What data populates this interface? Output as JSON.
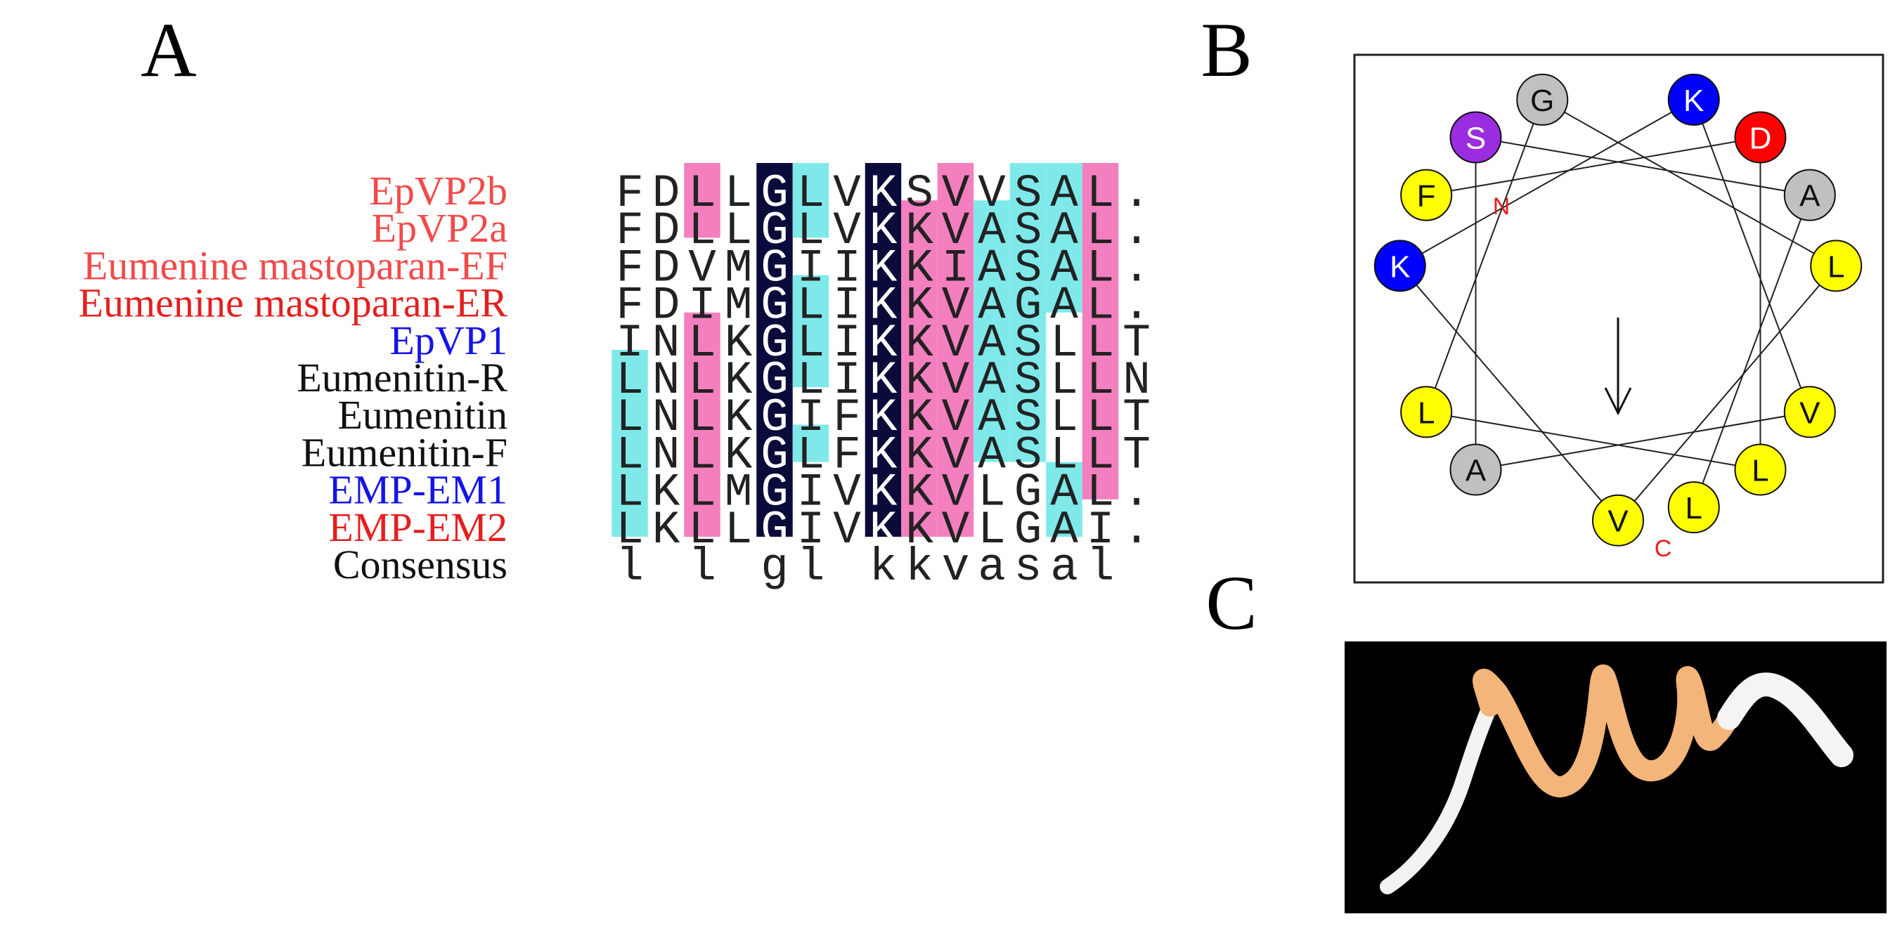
{
  "panels": {
    "a": {
      "label": "A"
    },
    "b": {
      "label": "B"
    },
    "c": {
      "label": "C"
    }
  },
  "colors": {
    "identical": "#0b0b3b",
    "cyan": "#7fe9ea",
    "pink": "#f47fbf",
    "name_red_light": "#f24a4a",
    "name_red": "#e41f1f",
    "name_blue": "#1414e6",
    "name_black": "#111111",
    "helix_cartoon": "#f3b57a"
  },
  "alignment": {
    "sequences": [
      {
        "name": "EpVP2b",
        "name_color": "#f24a4a",
        "residues": [
          "F",
          "D",
          "L",
          "L",
          "G",
          "L",
          "V",
          "K",
          "S",
          "V",
          "V",
          "S",
          "A",
          "L",
          "."
        ]
      },
      {
        "name": "EpVP2a",
        "name_color": "#f24a4a",
        "residues": [
          "F",
          "D",
          "L",
          "L",
          "G",
          "L",
          "V",
          "K",
          "K",
          "V",
          "A",
          "S",
          "A",
          "L",
          "."
        ]
      },
      {
        "name": "Eumenine mastoparan-EF",
        "name_color": "#f24a4a",
        "residues": [
          "F",
          "D",
          "V",
          "M",
          "G",
          "I",
          "I",
          "K",
          "K",
          "I",
          "A",
          "S",
          "A",
          "L",
          "."
        ]
      },
      {
        "name": "Eumenine mastoparan-ER",
        "name_color": "#e41f1f",
        "residues": [
          "F",
          "D",
          "I",
          "M",
          "G",
          "L",
          "I",
          "K",
          "K",
          "V",
          "A",
          "G",
          "A",
          "L",
          "."
        ]
      },
      {
        "name": "EpVP1",
        "name_color": "#1414e6",
        "residues": [
          "I",
          "N",
          "L",
          "K",
          "G",
          "L",
          "I",
          "K",
          "K",
          "V",
          "A",
          "S",
          "L",
          "L",
          "T"
        ]
      },
      {
        "name": "Eumenitin-R",
        "name_color": "#111111",
        "residues": [
          "L",
          "N",
          "L",
          "K",
          "G",
          "L",
          "I",
          "K",
          "K",
          "V",
          "A",
          "S",
          "L",
          "L",
          "N"
        ]
      },
      {
        "name": "Eumenitin",
        "name_color": "#111111",
        "residues": [
          "L",
          "N",
          "L",
          "K",
          "G",
          "I",
          "F",
          "K",
          "K",
          "V",
          "A",
          "S",
          "L",
          "L",
          "T"
        ]
      },
      {
        "name": "Eumenitin-F",
        "name_color": "#111111",
        "residues": [
          "L",
          "N",
          "L",
          "K",
          "G",
          "L",
          "F",
          "K",
          "K",
          "V",
          "A",
          "S",
          "L",
          "L",
          "T"
        ]
      },
      {
        "name": "EMP-EM1",
        "name_color": "#1414e6",
        "residues": [
          "L",
          "K",
          "L",
          "M",
          "G",
          "I",
          "V",
          "K",
          "K",
          "V",
          "L",
          "G",
          "A",
          "L",
          "."
        ]
      },
      {
        "name": "EMP-EM2",
        "name_color": "#e41f1f",
        "residues": [
          "L",
          "K",
          "L",
          "L",
          "G",
          "I",
          "V",
          "K",
          "K",
          "V",
          "L",
          "G",
          "A",
          "I",
          "."
        ]
      }
    ],
    "consensus": {
      "name": "Consensus",
      "name_color": "#111111",
      "residues": [
        "l",
        "",
        "l",
        "",
        "g",
        "l",
        "",
        "k",
        "k",
        "v",
        "a",
        "s",
        "a",
        "l",
        ""
      ]
    },
    "shading": [
      {
        "col": 0,
        "rows": [
          5,
          9
        ],
        "color": "cyan"
      },
      {
        "col": 2,
        "rows": [
          0,
          1
        ],
        "color": "pink"
      },
      {
        "col": 2,
        "rows": [
          4,
          9
        ],
        "color": "pink"
      },
      {
        "col": 4,
        "rows": [
          0,
          9
        ],
        "color": "identical"
      },
      {
        "col": 5,
        "rows": [
          0,
          1
        ],
        "color": "cyan"
      },
      {
        "col": 5,
        "rows": [
          3,
          5
        ],
        "color": "cyan"
      },
      {
        "col": 5,
        "rows": [
          7,
          7
        ],
        "color": "cyan"
      },
      {
        "col": 7,
        "rows": [
          0,
          9
        ],
        "color": "identical"
      },
      {
        "col": 8,
        "rows": [
          1,
          9
        ],
        "color": "pink"
      },
      {
        "col": 9,
        "rows": [
          0,
          9
        ],
        "color": "pink"
      },
      {
        "col": 10,
        "rows": [
          1,
          7
        ],
        "color": "cyan"
      },
      {
        "col": 11,
        "rows": [
          0,
          7
        ],
        "color": "cyan"
      },
      {
        "col": 12,
        "rows": [
          0,
          3
        ],
        "color": "cyan"
      },
      {
        "col": 12,
        "rows": [
          8,
          9
        ],
        "color": "cyan"
      },
      {
        "col": 13,
        "rows": [
          0,
          8
        ],
        "color": "pink"
      }
    ]
  },
  "helical_wheel": {
    "residues": [
      {
        "letter": "F",
        "color": "#ffff00",
        "text_color": "#111111",
        "angle": 0
      },
      {
        "letter": "D",
        "color": "#ff0000",
        "text_color": "#ffffff",
        "angle": 100
      },
      {
        "letter": "L",
        "color": "#ffff00",
        "text_color": "#111111",
        "angle": 200
      },
      {
        "letter": "L",
        "color": "#ffff00",
        "text_color": "#111111",
        "angle": 300
      },
      {
        "letter": "G",
        "color": "#c0c0c0",
        "text_color": "#111111",
        "angle": 40
      },
      {
        "letter": "L",
        "color": "#ffff00",
        "text_color": "#111111",
        "angle": 140
      },
      {
        "letter": "V",
        "color": "#ffff00",
        "text_color": "#111111",
        "angle": 240
      },
      {
        "letter": "K",
        "color": "#0000ff",
        "text_color": "#ffffff",
        "angle": 340
      },
      {
        "letter": "K",
        "color": "#0000ff",
        "text_color": "#ffffff",
        "angle": 80
      },
      {
        "letter": "V",
        "color": "#ffff00",
        "text_color": "#111111",
        "angle": 180
      },
      {
        "letter": "A",
        "color": "#c0c0c0",
        "text_color": "#111111",
        "angle": 280
      },
      {
        "letter": "S",
        "color": "#9b2de0",
        "text_color": "#ffffff",
        "angle": 20
      },
      {
        "letter": "A",
        "color": "#c0c0c0",
        "text_color": "#111111",
        "angle": 120
      },
      {
        "letter": "L",
        "color": "#ffff00",
        "text_color": "#111111",
        "angle": 220
      }
    ],
    "n_label": "N",
    "c_label": "C"
  }
}
